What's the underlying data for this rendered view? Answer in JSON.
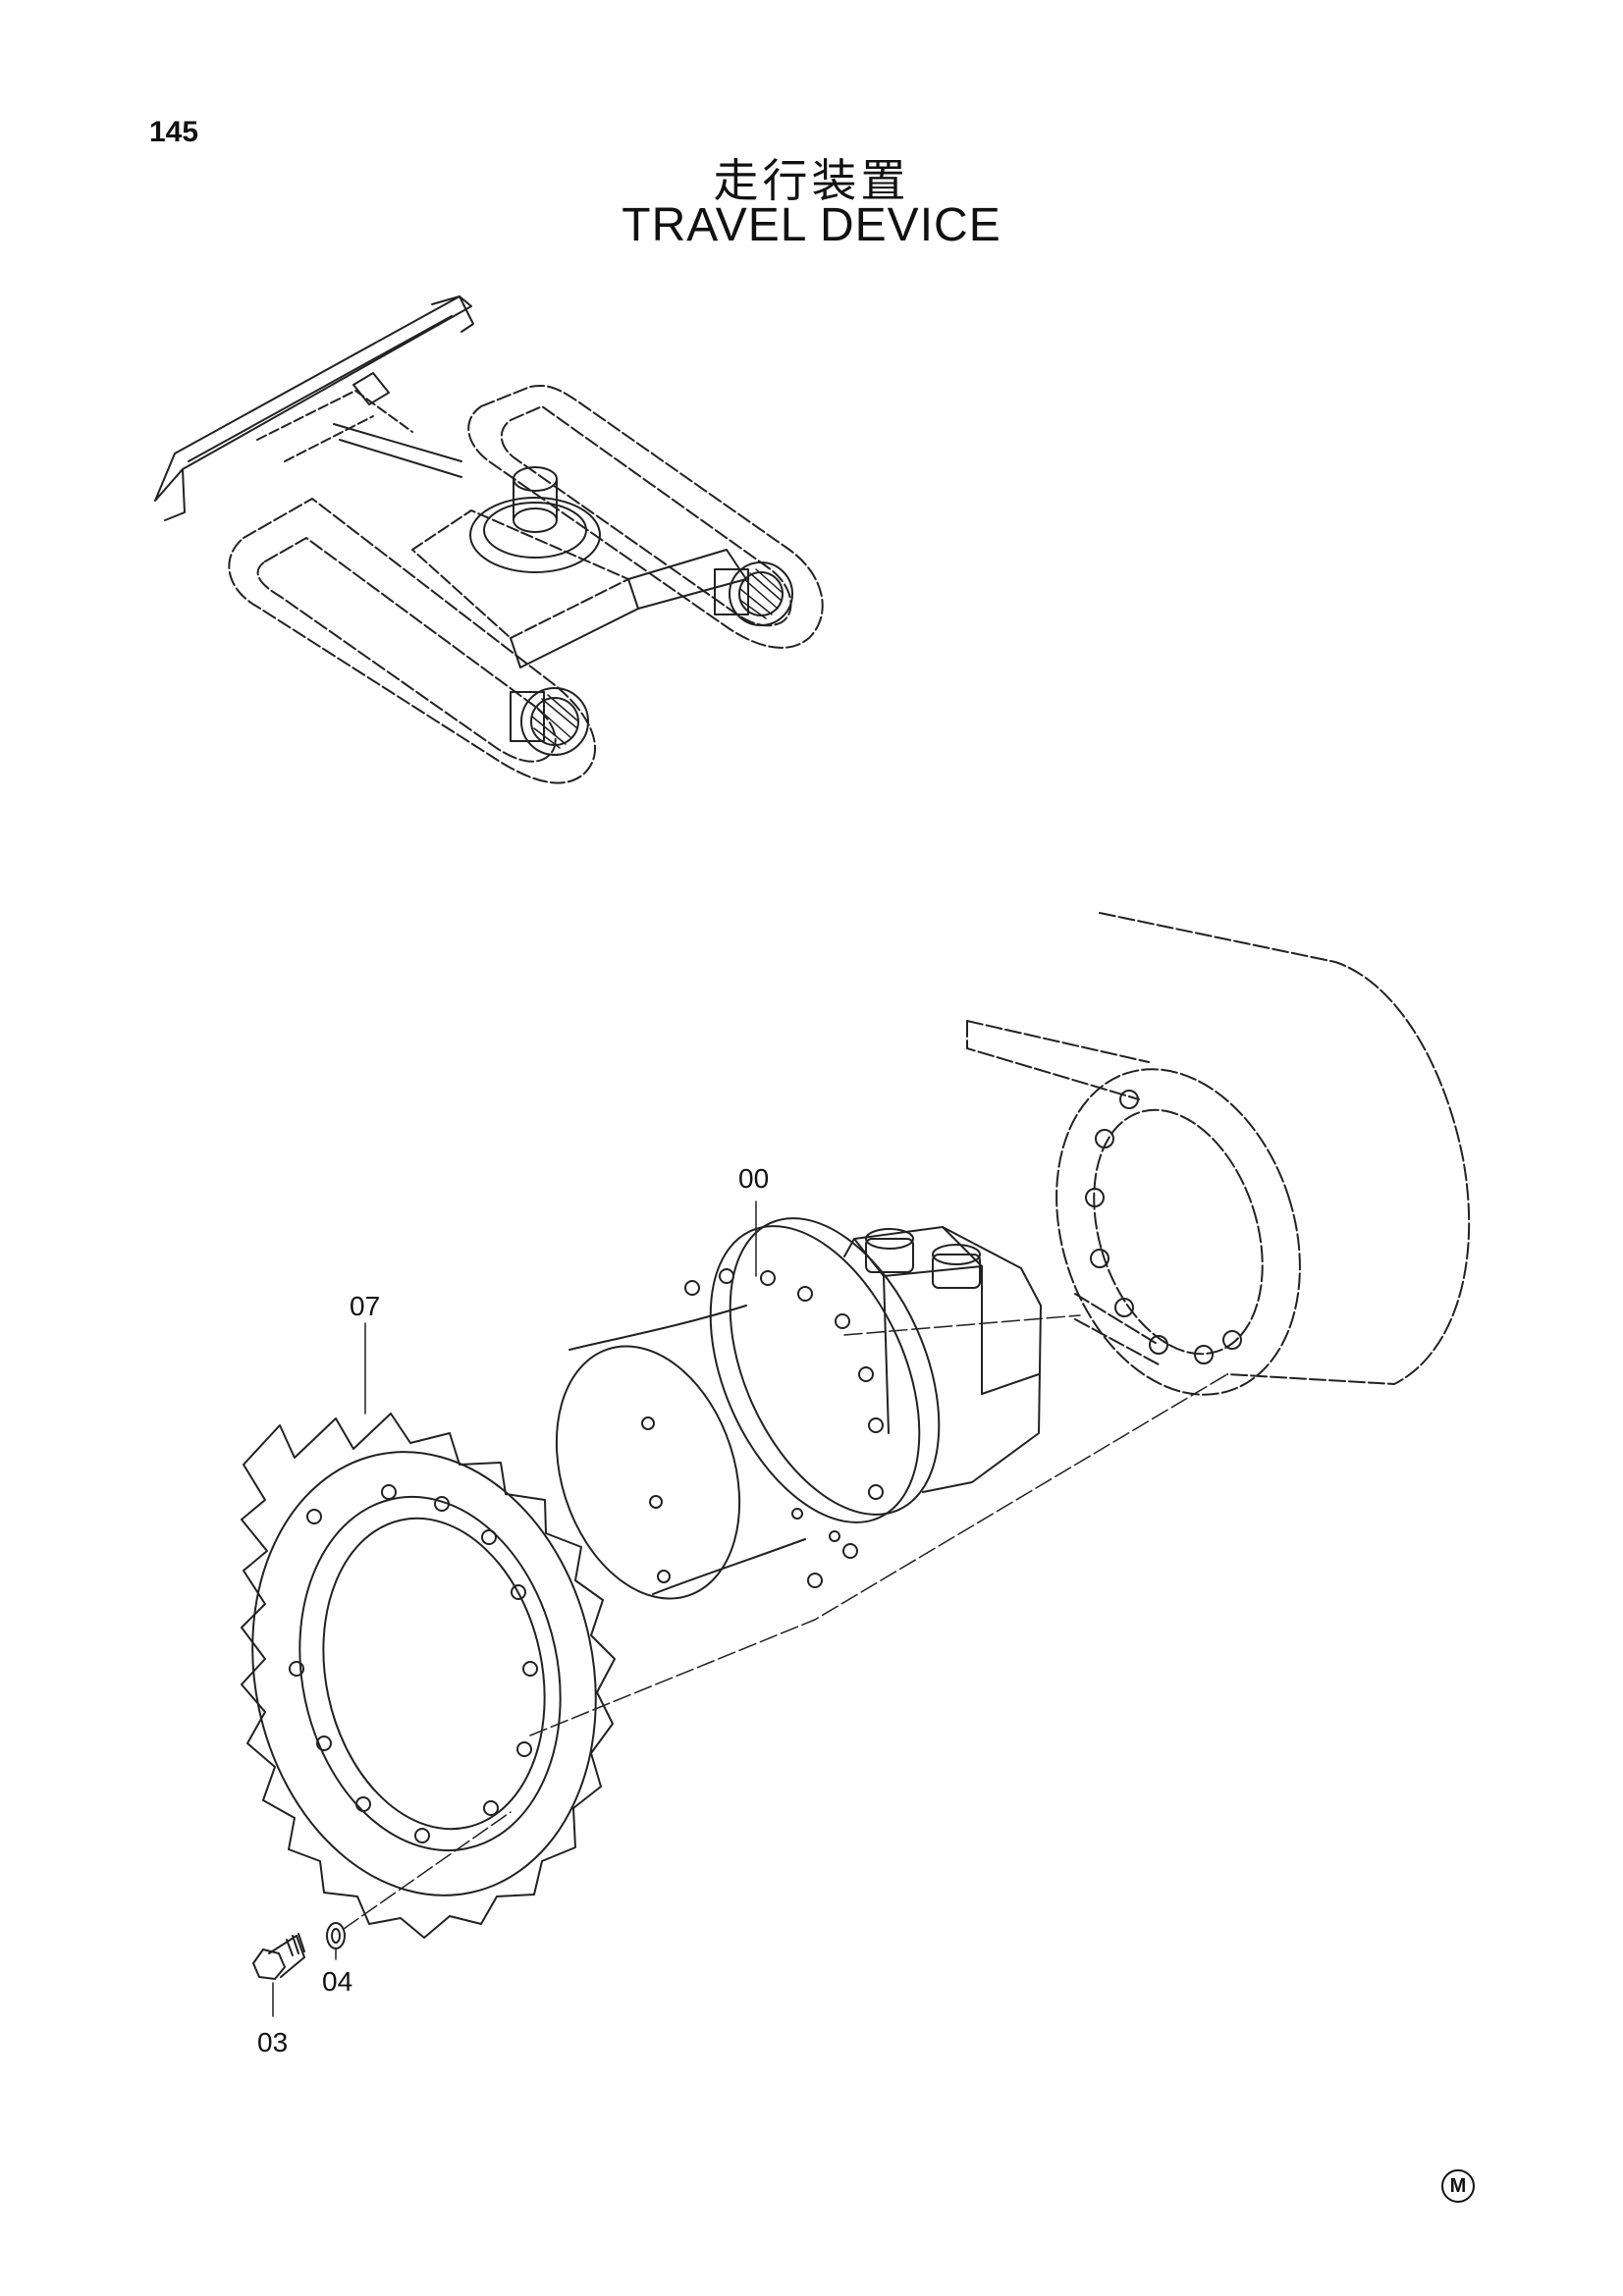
{
  "page": {
    "number": "145"
  },
  "title": {
    "japanese": "走行装置",
    "english": "TRAVEL DEVICE"
  },
  "parts": [
    {
      "ref": "00"
    },
    {
      "ref": "07"
    },
    {
      "ref": "03"
    },
    {
      "ref": "04"
    }
  ],
  "footer": {
    "mark": "M"
  }
}
